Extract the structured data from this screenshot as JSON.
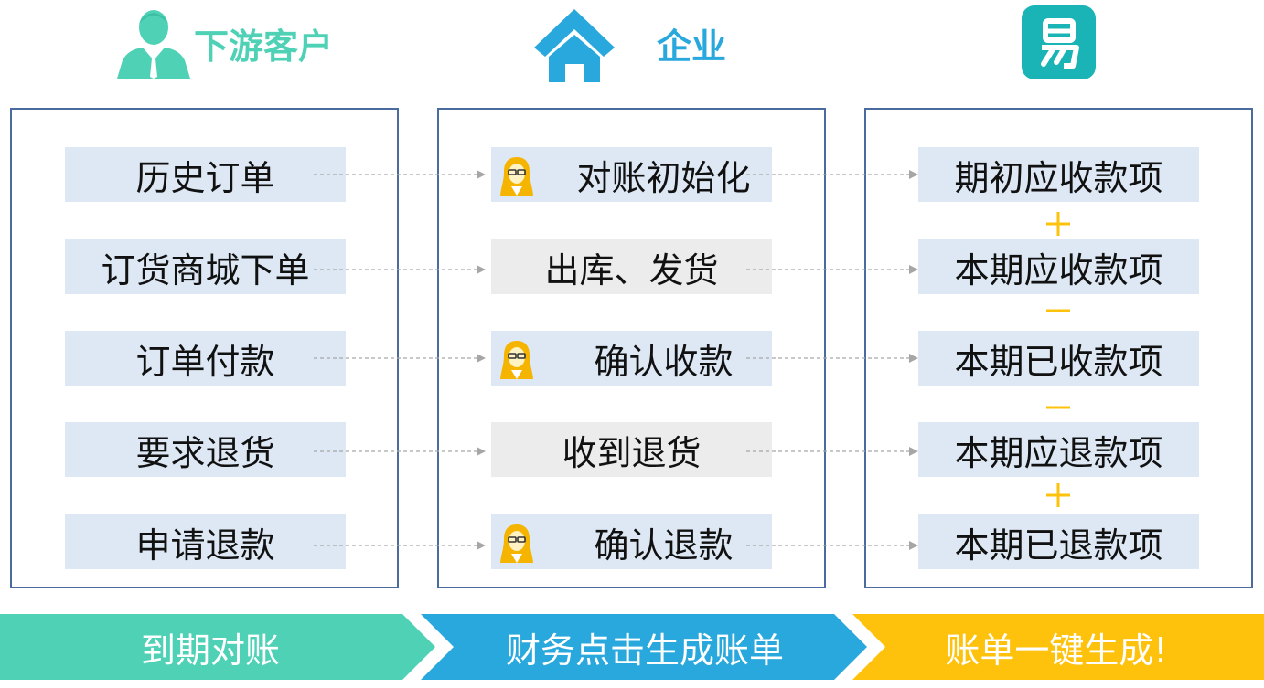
{
  "headers": {
    "downstream": "下游客户",
    "enterprise": "企业"
  },
  "columns": {
    "left": [
      "历史订单",
      "订货商城下单",
      "订单付款",
      "要求退货",
      "申请退款"
    ],
    "middle": [
      {
        "label": "对账初始化",
        "icon": "person-icon",
        "style": "blue"
      },
      {
        "label": "出库、发货",
        "icon": "",
        "style": "grey"
      },
      {
        "label": "确认收款",
        "icon": "person-icon",
        "style": "blue"
      },
      {
        "label": "收到退货",
        "icon": "",
        "style": "grey"
      },
      {
        "label": "确认退款",
        "icon": "person-icon",
        "style": "blue"
      }
    ],
    "right": [
      "期初应收款项",
      "本期应收款项",
      "本期已收款项",
      "本期应退款项",
      "本期已退款项"
    ]
  },
  "operators": [
    "plus",
    "minus",
    "minus",
    "plus"
  ],
  "banners": {
    "step1": "到期对账",
    "step2": "财务点击生成账单",
    "step3": "账单一键生成!"
  },
  "colors": {
    "teal": "#4fd1b6",
    "blue": "#29a8dd",
    "orange": "#fec20d",
    "icon_orange": "#f5b400",
    "border": "#4a6b9d",
    "item_bg": "#dde8f4",
    "grey_bg": "#ececec",
    "arrow": "#a6a6a6"
  }
}
